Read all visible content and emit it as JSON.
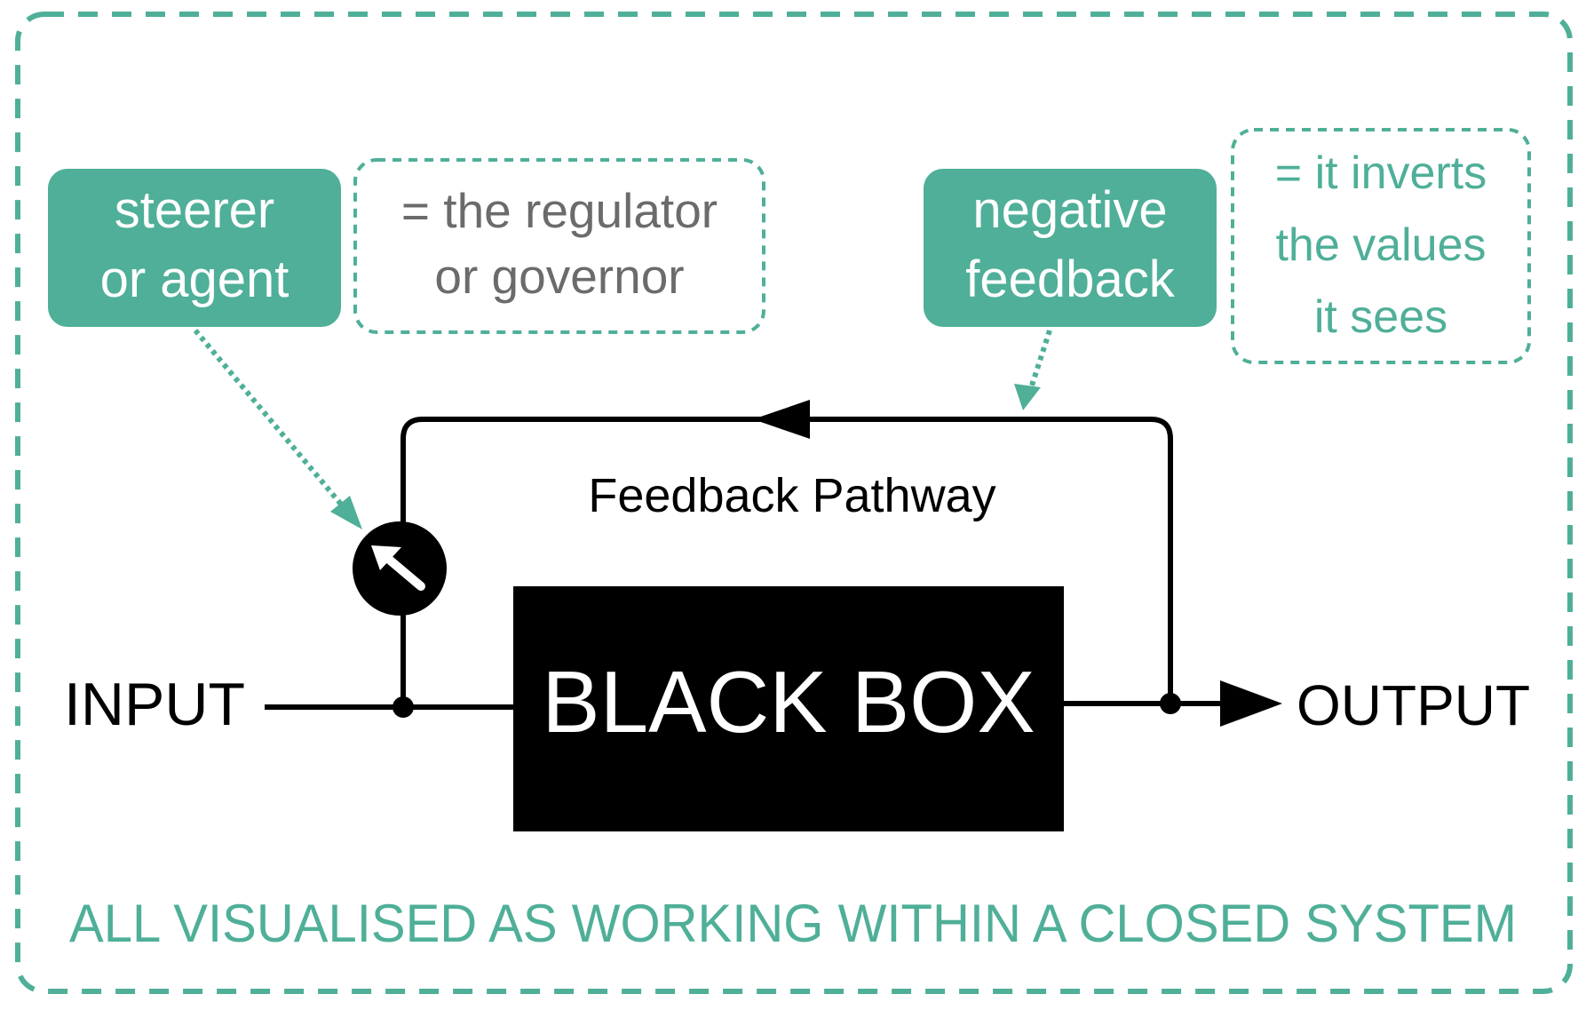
{
  "colors": {
    "accent": "#4faf98",
    "note_text": "#6b6b6b",
    "ink": "#000000",
    "box_text": "#ffffff"
  },
  "labels": {
    "steerer_line1": "steerer",
    "steerer_line2": "or agent",
    "regulator_line1": "= the regulator",
    "regulator_line2": "or governor",
    "negative_line1": "negative",
    "negative_line2": "feedback",
    "inverts_line1": "= it inverts",
    "inverts_line2": "the values",
    "inverts_line3": "it sees",
    "feedback_pathway": "Feedback Pathway",
    "input": "INPUT",
    "output": "OUTPUT",
    "black_box": "BLACK BOX",
    "closed_system": "ALL VISUALISED AS WORKING WITHIN A CLOSED SYSTEM"
  },
  "icons": {
    "controller": "arrow-knob-icon"
  }
}
